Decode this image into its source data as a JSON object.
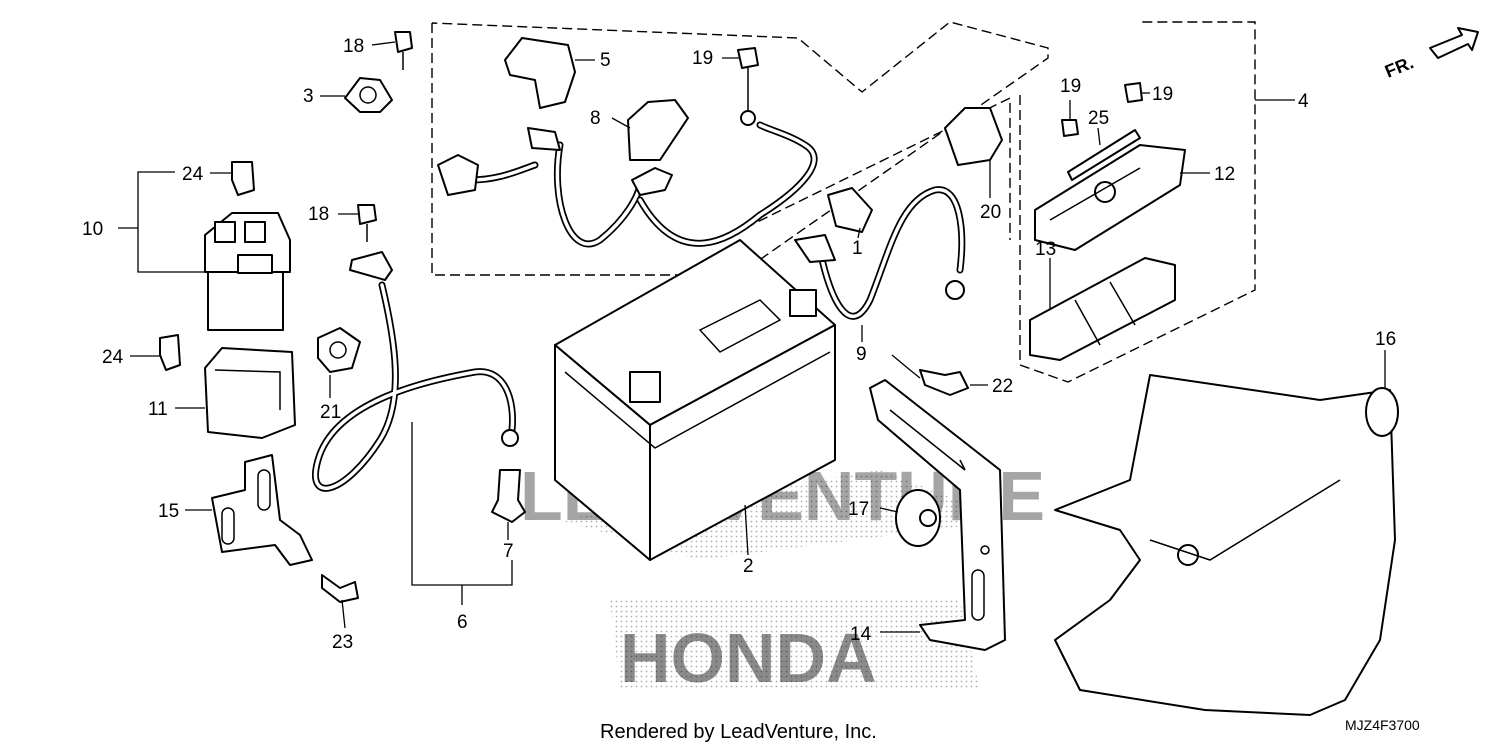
{
  "labels": {
    "p1": "1",
    "p2": "2",
    "p3": "3",
    "p4": "4",
    "p5": "5",
    "p6": "6",
    "p7": "7",
    "p8": "8",
    "p9": "9",
    "p10": "10",
    "p11": "11",
    "p12": "12",
    "p13": "13",
    "p14": "14",
    "p15": "15",
    "p16": "16",
    "p17": "17",
    "p18a": "18",
    "p18b": "18",
    "p19a": "19",
    "p19b": "19",
    "p19c": "19",
    "p20": "20",
    "p21": "21",
    "p22": "22",
    "p23": "23",
    "p24a": "24",
    "p24b": "24",
    "p25": "25"
  },
  "front_arrow": "FR.",
  "footer": "Rendered by LeadVenture, Inc.",
  "diagram_code": "MJZ4F3700",
  "watermark": {
    "brand": "LEADVENTURE",
    "maker": "HONDA"
  }
}
